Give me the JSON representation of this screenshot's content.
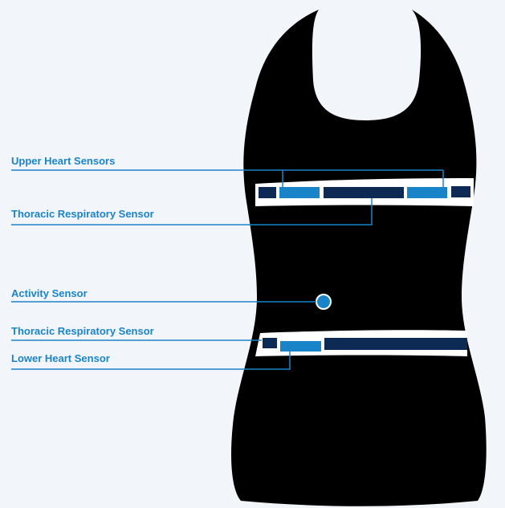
{
  "labels": {
    "upper_heart": "Upper Heart Sensors",
    "thoracic_upper": "Thoracic Respiratory Sensor",
    "activity": "Activity Sensor",
    "thoracic_lower": "Thoracic Respiratory Sensor",
    "lower_heart": "Lower Heart Sensor"
  },
  "colors": {
    "background": "#f2f6fa",
    "garment": "#000000",
    "accent_blue": "#1a84c9",
    "dark_navy": "#0d2a55",
    "band_white": "#ffffff"
  }
}
